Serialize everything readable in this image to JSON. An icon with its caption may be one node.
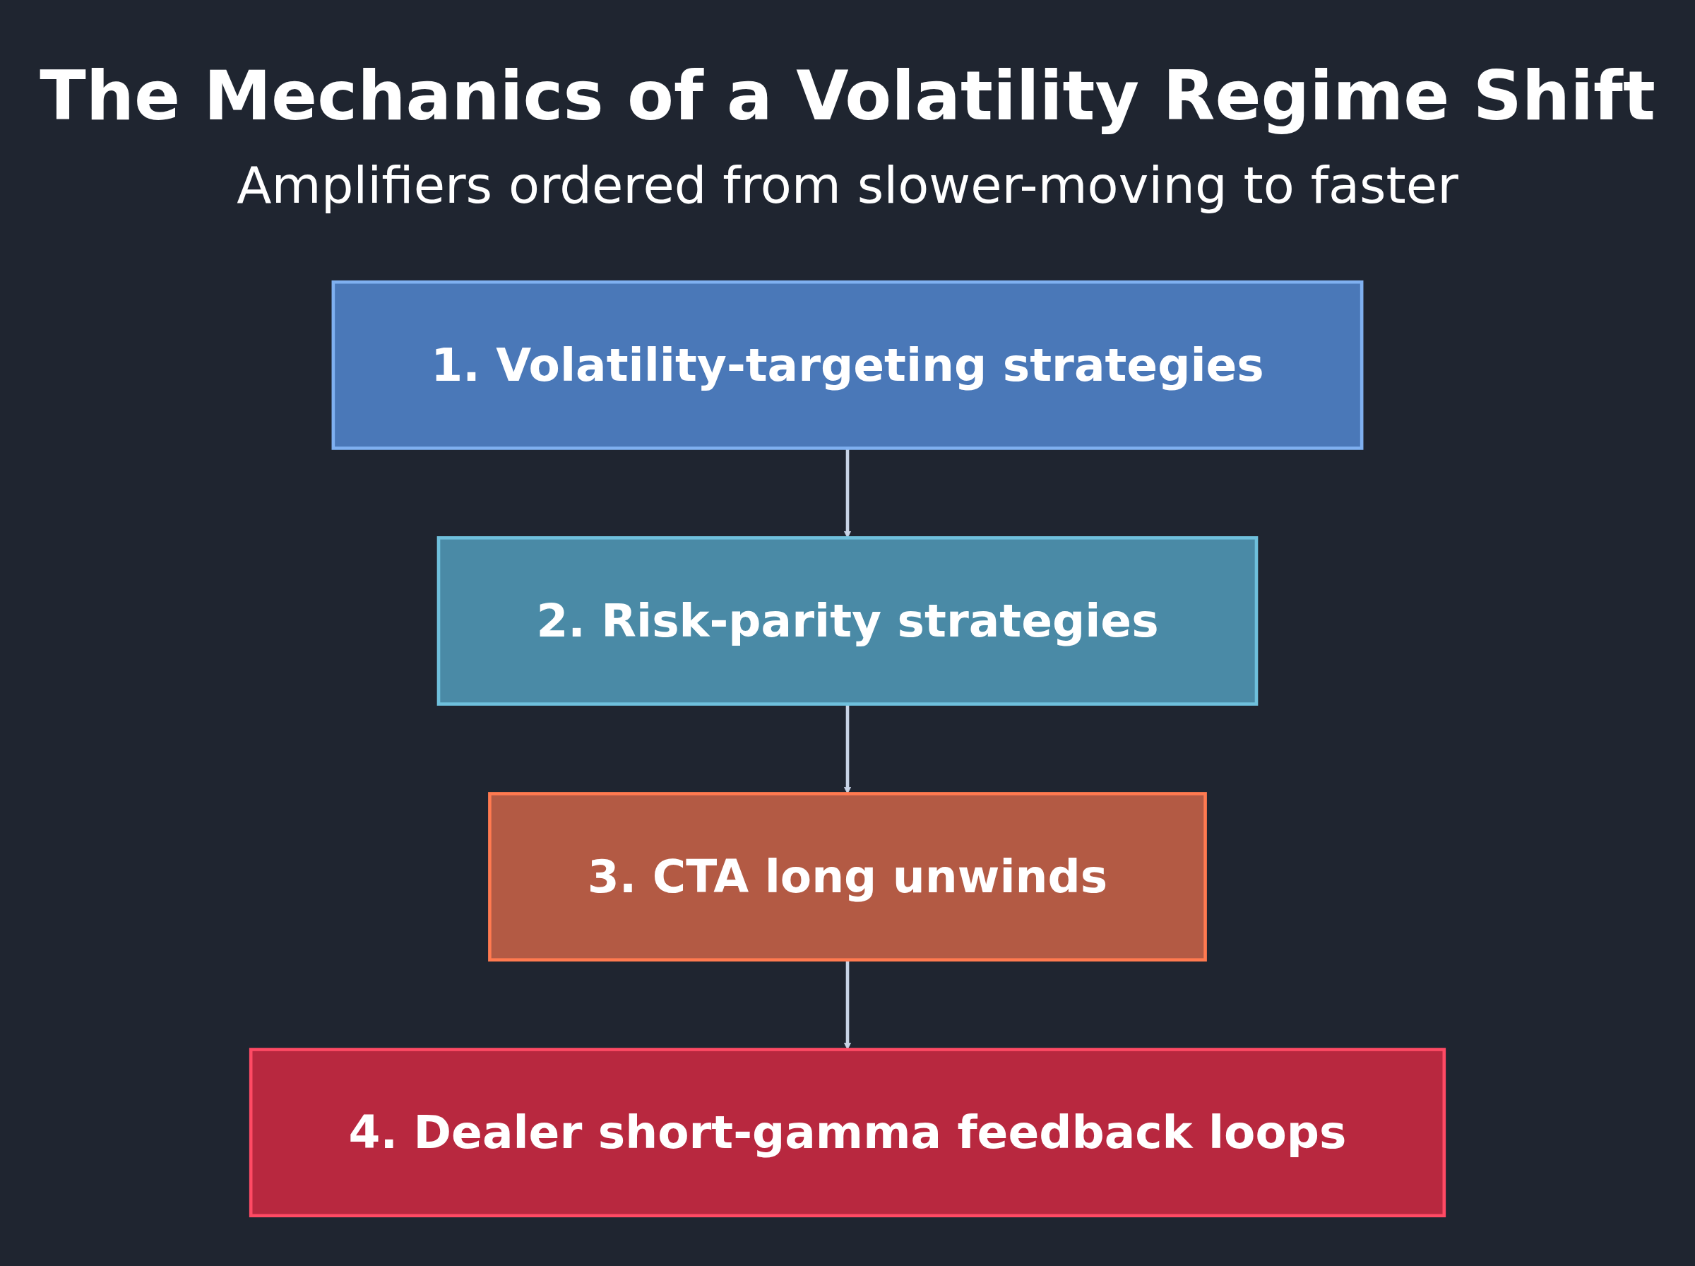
{
  "diagram": {
    "title": "The Mechanics of a Volatility Regime Shift",
    "caption": "Amplifiers ordered from slower-moving to faster",
    "nodes": [
      {
        "text": [
          "1. Volatility-targeting strategies"
        ]
      },
      {
        "text": [
          "2. Risk-parity strategies"
        ]
      },
      {
        "text": [
          "3. CTA long unwinds"
        ]
      },
      {
        "text": [
          "4. Dealer short-gamma feedback loops"
        ]
      }
    ],
    "edges": [
      {
        "from": 0,
        "to": 1,
        "arrow": "to"
      },
      {
        "from": 1,
        "to": 2,
        "arrow": "to"
      },
      {
        "from": 2,
        "to": 3,
        "arrow": "to"
      }
    ]
  }
}
